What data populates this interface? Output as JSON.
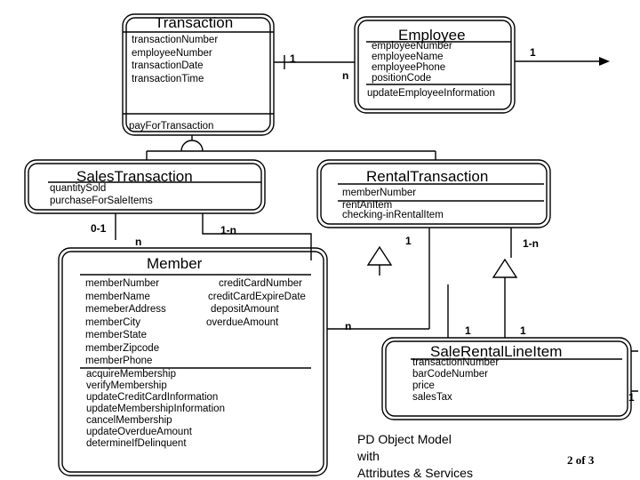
{
  "transaction": {
    "name": "Transaction",
    "attributes": [
      "transactionNumber",
      "employeeNumber",
      "transactionDate",
      "transactionTime"
    ],
    "services": [
      "payForTransaction"
    ]
  },
  "employee": {
    "name": "Employee",
    "attributes": [
      "employeeNumber",
      "employeeName",
      "employeePhone",
      "positionCode"
    ],
    "services": [
      "updateEmployeeInformation"
    ]
  },
  "sales_transaction": {
    "name": "SalesTransaction",
    "attributes": [
      "quantitySold",
      "purchaseForSaleItems"
    ]
  },
  "rental_transaction": {
    "name": "RentalTransaction",
    "attributes": [
      "memberNumber"
    ],
    "services": [
      "rentAnItem",
      "checking-inRentalItem"
    ]
  },
  "member": {
    "name": "Member",
    "attributes_left": [
      "memberNumber",
      "memberName",
      "memeberAddress",
      "memberCity",
      "memberState",
      "memberZipcode",
      "memberPhone"
    ],
    "attributes_right": [
      "creditCardNumber",
      "creditCardExpireDate",
      "depositAmount",
      "overdueAmount"
    ],
    "services": [
      "acquireMembership",
      "verifyMembership",
      "updateCreditCardInformation",
      "updateMembershipInformation",
      "cancelMembership",
      "updateOverdueAmount",
      "determineIfDelinquent"
    ]
  },
  "sale_rental_line_item": {
    "name": "SaleRentalLineItem",
    "attributes": [
      "transactionNumber",
      "barCodeNumber",
      "price",
      "salesTax"
    ]
  },
  "multiplicities": {
    "trans_emp_1": "1",
    "trans_emp_n": "n",
    "emp_right_1": "1",
    "sales_member_01": "0-1",
    "sales_member_n": "n",
    "sales_member_1n": "1-n",
    "rental_1": "1",
    "rental_1n": "1-n",
    "member_line_n": "n",
    "line_1a": "1",
    "line_1b": "1",
    "line_right_1": "1"
  },
  "footer": {
    "line1": "PD Object  Model",
    "line2": "with",
    "line3": "Attributes & Services",
    "page": "2 of 3"
  }
}
